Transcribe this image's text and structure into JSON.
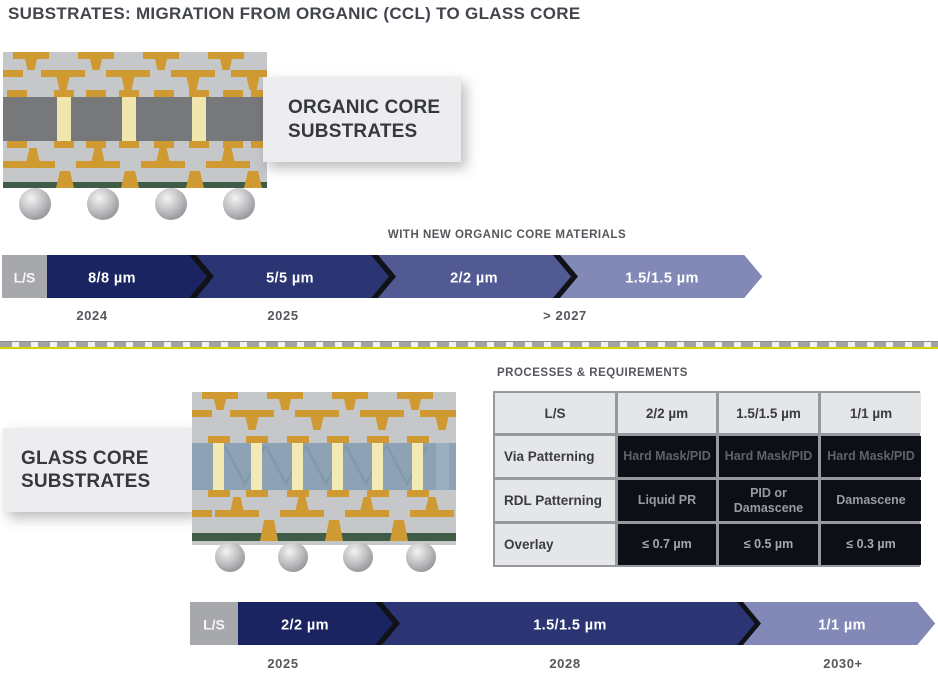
{
  "title": "SUBSTRATES: MIGRATION FROM ORGANIC (CCL) TO GLASS CORE",
  "organic": {
    "label": "ORGANIC CORE\nSUBSTRATES",
    "note": "WITH NEW ORGANIC CORE MATERIALS",
    "ls_label": "L/S",
    "arrows": [
      {
        "label": "8/8 µm",
        "color": "#1a2461"
      },
      {
        "label": "5/5 µm",
        "color": "#2b3574"
      },
      {
        "label": "2/2 µm",
        "color": "#525a94"
      },
      {
        "label": "1.5/1.5 µm",
        "color": "#8289b6"
      }
    ],
    "years": [
      "2024",
      "2025",
      "> 2027"
    ]
  },
  "glass": {
    "label": "GLASS CORE\nSUBSTRATES",
    "ls_label": "L/S",
    "arrows": [
      {
        "label": "2/2 µm",
        "color": "#1a2461"
      },
      {
        "label": "1.5/1.5 µm",
        "color": "#2b3574"
      },
      {
        "label": "1/1 µm",
        "color": "#8289b6"
      }
    ],
    "years": [
      "2025",
      "2028",
      "2030+"
    ]
  },
  "table": {
    "title": "PROCESSES & REQUIREMENTS",
    "header": [
      "L/S",
      "2/2 µm",
      "1.5/1.5 µm",
      "1/1 µm"
    ],
    "rows": [
      {
        "label": "Via Patterning",
        "values": [
          "Hard Mask/PID",
          "Hard Mask/PID",
          "Hard Mask/PID"
        ]
      },
      {
        "label": "RDL Patterning",
        "values": [
          "Liquid PR",
          "PID or Damascene",
          "Damascene"
        ]
      },
      {
        "label": "Overlay",
        "values": [
          "≤ 0.7 µm",
          "≤ 0.5 µm",
          "≤ 0.3 µm"
        ]
      }
    ]
  },
  "colors": {
    "ls_box": "#a7a8ac",
    "arrow_gap": "#101218",
    "gold": "#cf9a31",
    "organic_core": "#77787a",
    "glass_core": "#8da2b5",
    "via": "#f0e5ad",
    "solder_mask_green": "#3e5c46"
  }
}
